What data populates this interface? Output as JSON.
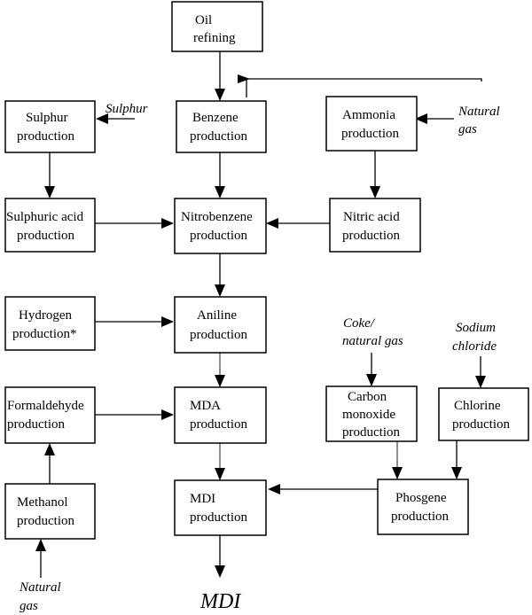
{
  "boxes": {
    "oil_refining": [
      "Oil",
      "refining"
    ],
    "sulphur_production": [
      "Sulphur",
      "production"
    ],
    "benzene_production": [
      "Benzene",
      "production"
    ],
    "ammonia_production": [
      "Ammonia",
      "production"
    ],
    "sulphuric_acid_production": [
      "Sulphuric acid",
      "production"
    ],
    "nitrobenzene_production": [
      "Nitrobenzene",
      "production"
    ],
    "nitric_acid_production": [
      "Nitric acid",
      "production"
    ],
    "hydrogen_production": [
      "Hydrogen",
      "production*"
    ],
    "aniline_production": [
      "Aniline",
      "production"
    ],
    "formaldehyde_production": [
      "Formaldehyde",
      "production"
    ],
    "mda_production": [
      "MDA",
      "production"
    ],
    "carbon_monoxide_production": [
      "Carbon",
      "monoxide",
      "production"
    ],
    "chlorine_production": [
      "Chlorine",
      "production"
    ],
    "methanol_production": [
      "Methanol",
      "production"
    ],
    "mdi_production": [
      "MDI",
      "production"
    ],
    "phosgene_production": [
      "Phosgene",
      "production"
    ]
  },
  "inputs": {
    "sulphur": [
      "Sulphur"
    ],
    "natural_gas_ammonia": [
      "Natural",
      "gas"
    ],
    "coke_natural_gas": [
      "Coke/",
      "natural gas"
    ],
    "sodium_chloride": [
      "Sodium",
      "chloride"
    ],
    "natural_gas_methanol": [
      "Natural",
      "gas"
    ]
  },
  "output": "MDI"
}
